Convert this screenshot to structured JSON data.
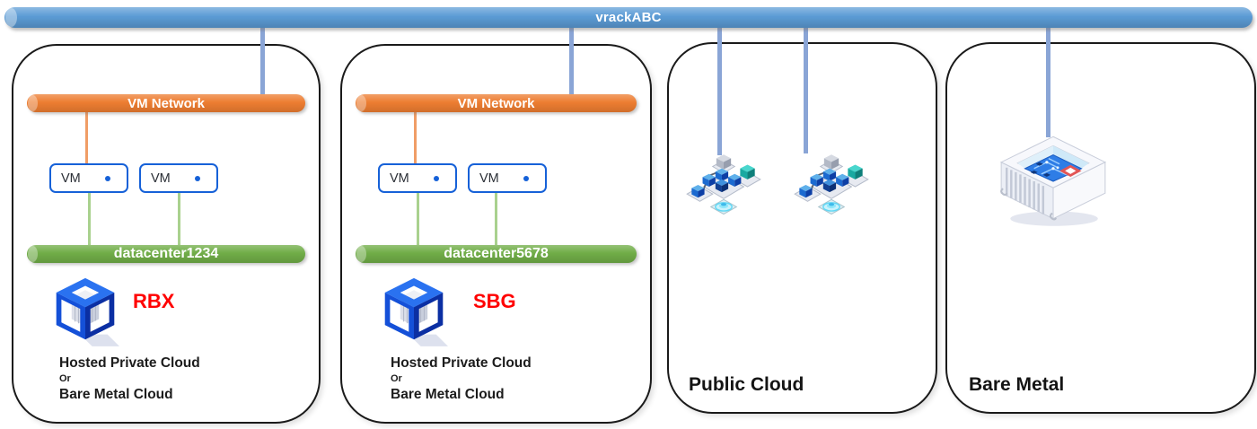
{
  "vrack": {
    "label": "vrackABC"
  },
  "datacenters": [
    {
      "vm_network_label": "VM Network",
      "vms": [
        "VM",
        "VM"
      ],
      "datacenter_label": "datacenter1234",
      "region": "RBX",
      "description_lines": [
        "Hosted Private Cloud",
        "Or",
        "Bare Metal Cloud"
      ]
    },
    {
      "vm_network_label": "VM Network",
      "vms": [
        "VM",
        "VM"
      ],
      "datacenter_label": "datacenter5678",
      "region": "SBG",
      "description_lines": [
        "Hosted Private Cloud",
        "Or",
        "Bare Metal Cloud"
      ]
    }
  ],
  "public_cloud": {
    "label": "Public Cloud"
  },
  "bare_metal": {
    "label": "Bare Metal"
  },
  "icons": {
    "datacenter_cube": "hosted-private-cloud-cube-icon",
    "public_cloud_cluster": "public-cloud-cluster-icon",
    "bare_metal_server": "bare-metal-server-icon"
  },
  "colors": {
    "vrack-blue": "#5b9bd5",
    "connector-blue": "#8aa5d6",
    "network-orange": "#ed7d31",
    "datacenter-green": "#70ad47",
    "vm-border-blue": "#1661d8",
    "region-red": "#ff0000",
    "box-border": "#1a1a1a"
  }
}
